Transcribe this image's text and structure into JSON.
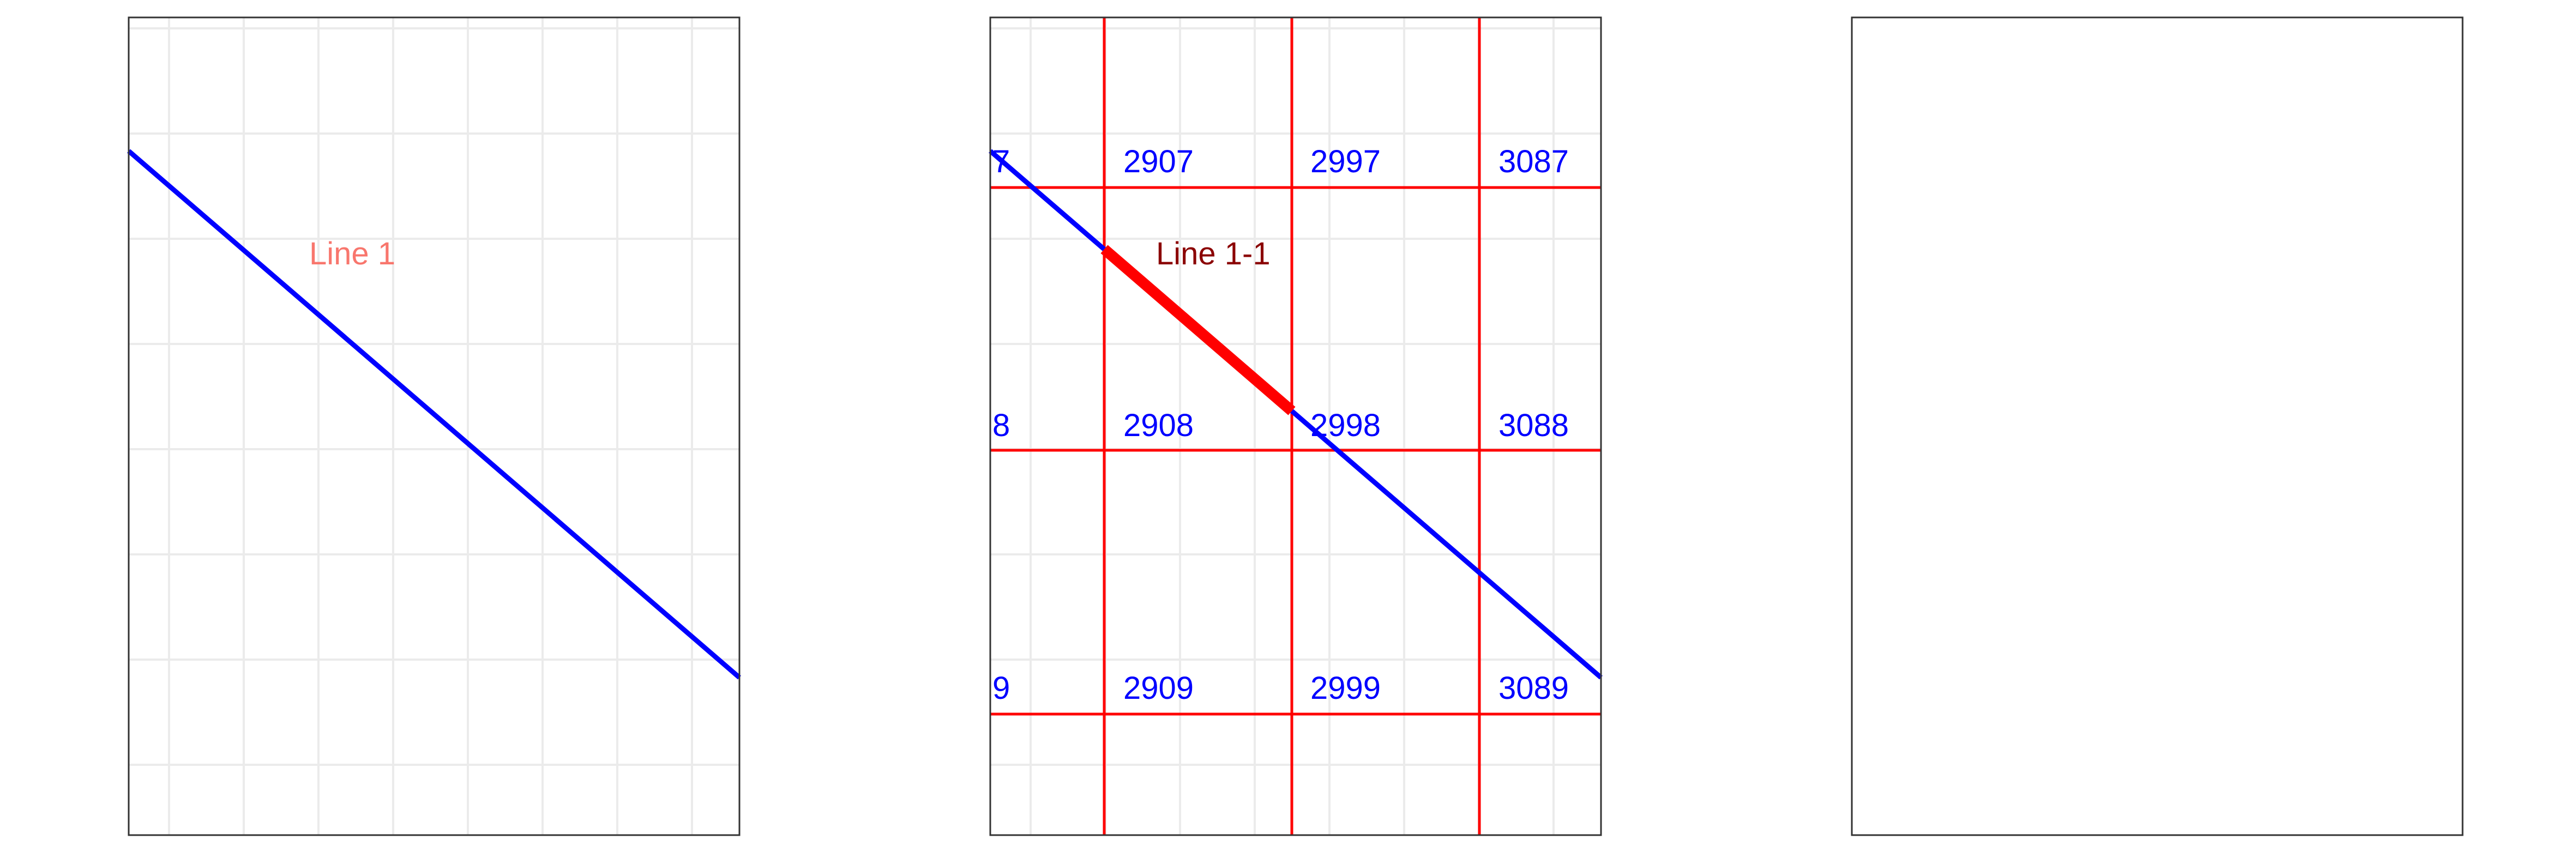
{
  "panels": [
    {
      "id": "panel-1",
      "line_label": "Line 1",
      "line_label_color": "#f8766d",
      "grid": true,
      "show_line": true,
      "show_cells": false,
      "show_segment": false
    },
    {
      "id": "panel-2",
      "line_label": "Line 1-1",
      "line_label_color": "#8b0000",
      "grid": true,
      "show_line": true,
      "show_cells": true,
      "show_segment": true,
      "cell_labels": [
        {
          "row": 0,
          "col": 0,
          "text": "7"
        },
        {
          "row": 0,
          "col": 1,
          "text": "2907"
        },
        {
          "row": 0,
          "col": 2,
          "text": "2997"
        },
        {
          "row": 0,
          "col": 3,
          "text": "3087"
        },
        {
          "row": 1,
          "col": 0,
          "text": "8"
        },
        {
          "row": 1,
          "col": 1,
          "text": "2908"
        },
        {
          "row": 1,
          "col": 2,
          "text": "2998"
        },
        {
          "row": 1,
          "col": 3,
          "text": "3088"
        },
        {
          "row": 2,
          "col": 0,
          "text": "9"
        },
        {
          "row": 2,
          "col": 1,
          "text": "2909"
        },
        {
          "row": 2,
          "col": 2,
          "text": "2999"
        },
        {
          "row": 2,
          "col": 3,
          "text": "3089"
        }
      ]
    },
    {
      "id": "panel-3",
      "line_label": "",
      "grid": false,
      "show_line": false,
      "show_cells": false,
      "show_segment": false
    }
  ],
  "colors": {
    "route_line": "#0000ff",
    "cell_grid": "#ff0000",
    "segment": "#ff0000",
    "cell_label": "#0000ff",
    "background_grid": "#ebebeb"
  }
}
